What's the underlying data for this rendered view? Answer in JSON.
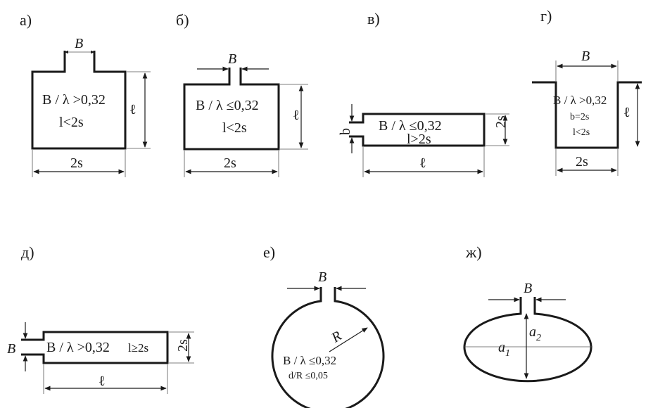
{
  "panels": {
    "a": {
      "letter": "а)",
      "width_label": "B",
      "ratio": "B / λ >0,32",
      "cond": "l<2s",
      "base": "2s",
      "height": "ℓ"
    },
    "b": {
      "letter": "б)",
      "width_label": "B",
      "ratio": "B / λ ≤0,32",
      "cond": "l<2s",
      "base": "2s",
      "height": "ℓ"
    },
    "v": {
      "letter": "в)",
      "side_label": "b",
      "ratio": "B / λ ≤0,32",
      "cond": "l>2s",
      "length": "ℓ",
      "height": "2s"
    },
    "g": {
      "letter": "г)",
      "width_label": "B",
      "ratio": "B / λ >0,32",
      "cond1": "b=2s",
      "cond2": "l<2s",
      "base": "2s",
      "height": "ℓ"
    },
    "d": {
      "letter": "д)",
      "side_label": "B",
      "ratio": "B / λ >0,32",
      "cond": "l≥2s",
      "length": "ℓ",
      "height": "2s"
    },
    "e": {
      "letter": "е)",
      "width_label": "B",
      "radius": "R",
      "ratio": "B / λ ≤0,32",
      "cond": "d/R ≤0,05"
    },
    "zh": {
      "letter": "ж)",
      "width_label": "B",
      "a1": "a",
      "a1_sub": "1",
      "a2": "a",
      "a2_sub": "2"
    }
  }
}
